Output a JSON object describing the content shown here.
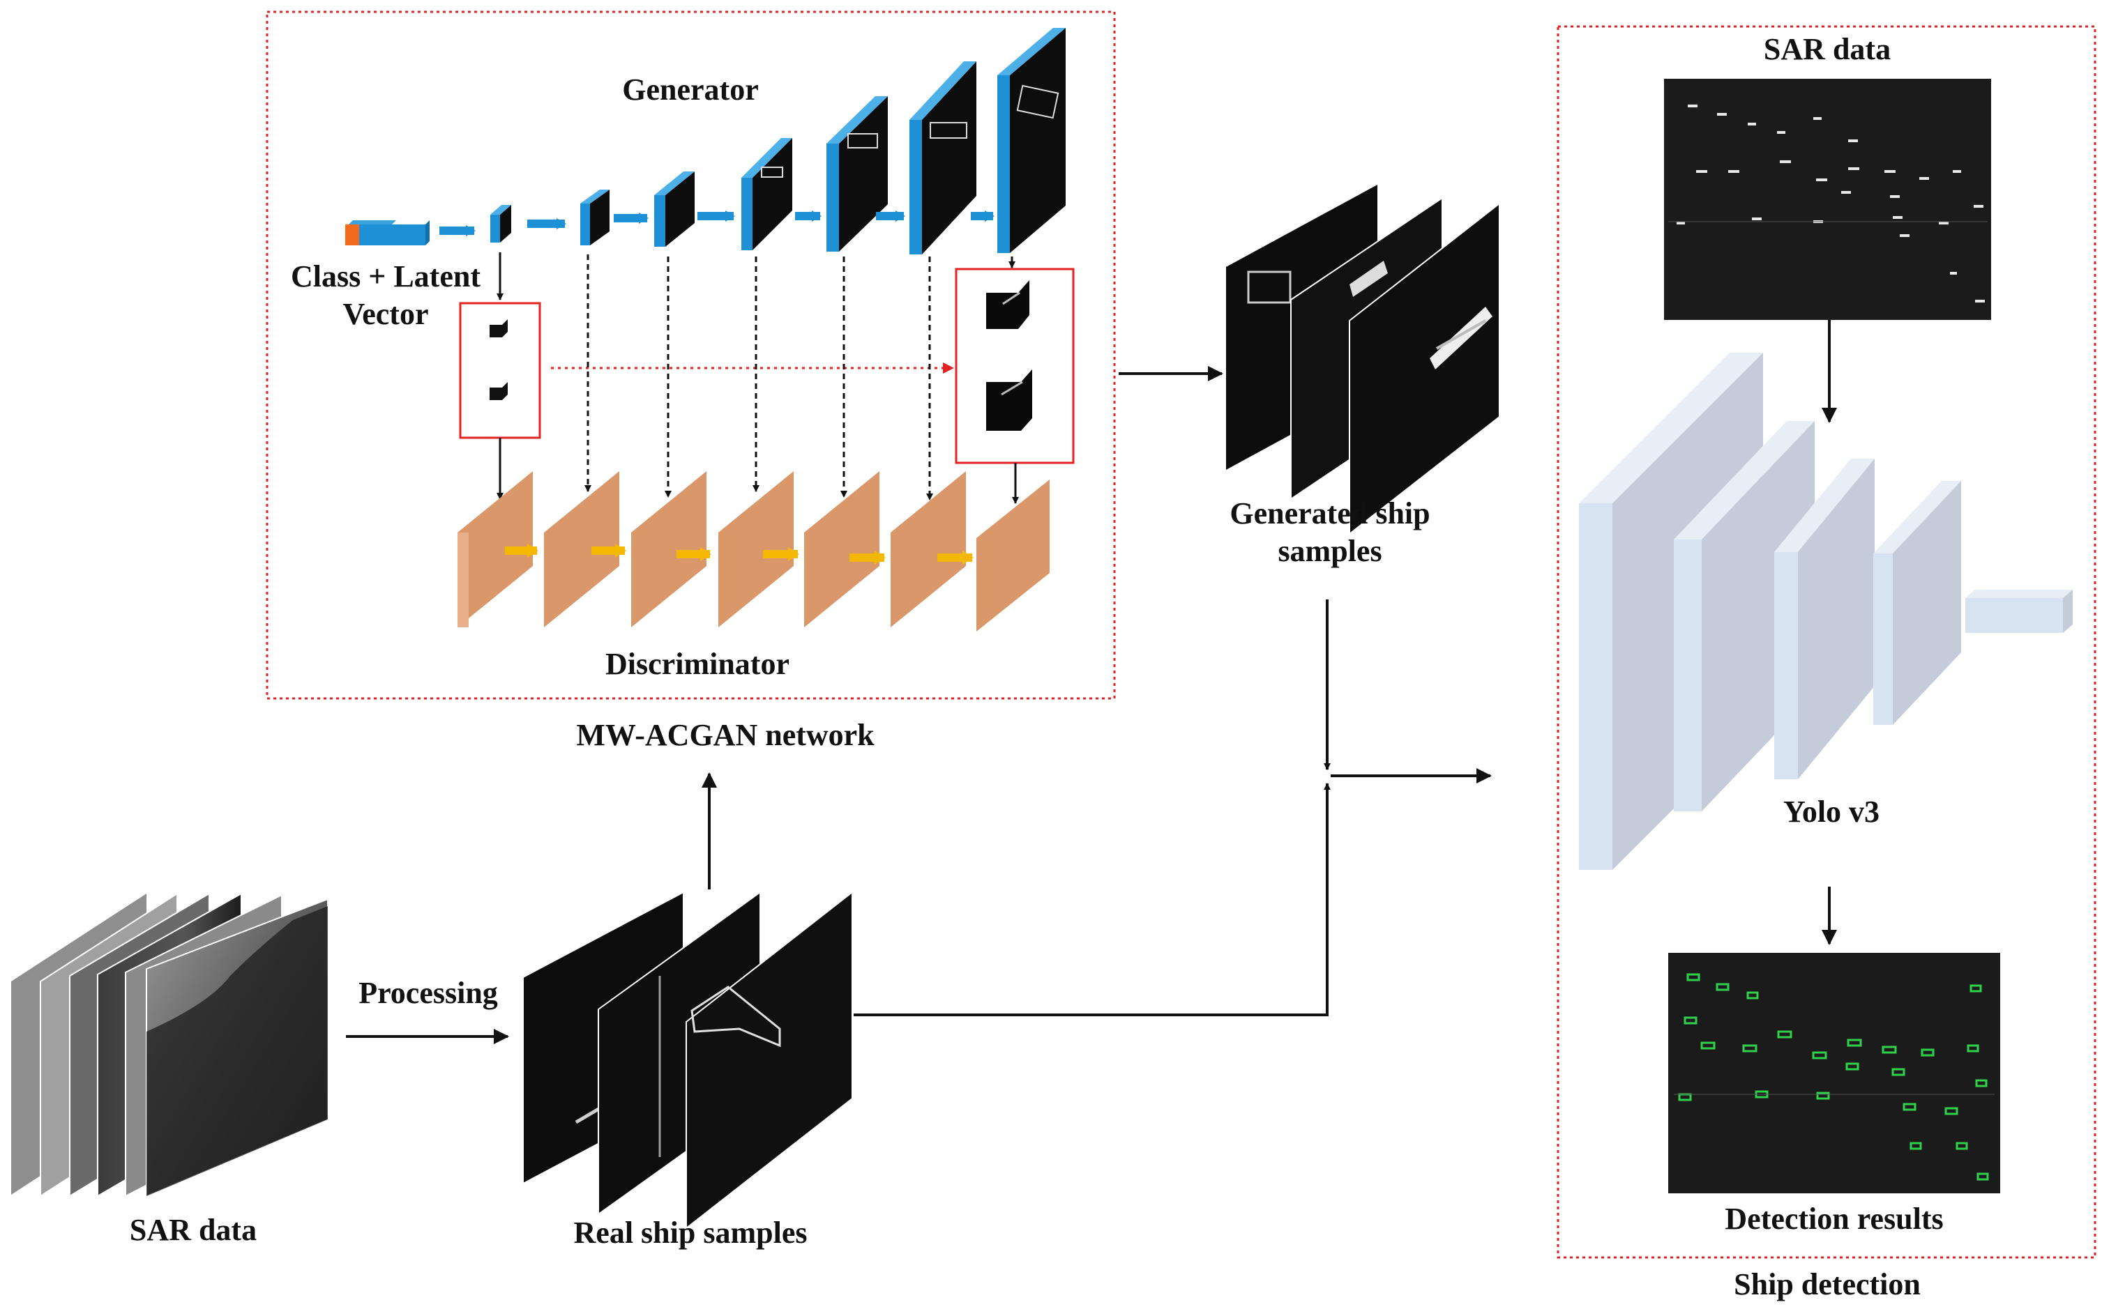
{
  "labels": {
    "generator": "Generator",
    "class_latent_line1": "Class + Latent",
    "class_latent_line2": "Vector",
    "discriminator": "Discriminator",
    "mwacgan": "MW-ACGAN network",
    "generated_line1": "Generated ship",
    "generated_line2": "samples",
    "processing": "Processing",
    "sar_data_left": "SAR data",
    "real_ship": "Real ship samples",
    "sar_data_right": "SAR data",
    "yolo": "Yolo v3",
    "detection_results": "Detection results",
    "ship_detection": "Ship detection"
  },
  "colors": {
    "generator_block": "#1e90d6",
    "discriminator_block": "#d9976a",
    "discriminator_arrow": "#f5b800",
    "latent_class": "#f26b1d",
    "dotted_frame": "#e32222",
    "red_box": "#e32222",
    "yolo_block": "#c9d3e0",
    "detection_marker": "#2fd24a"
  }
}
